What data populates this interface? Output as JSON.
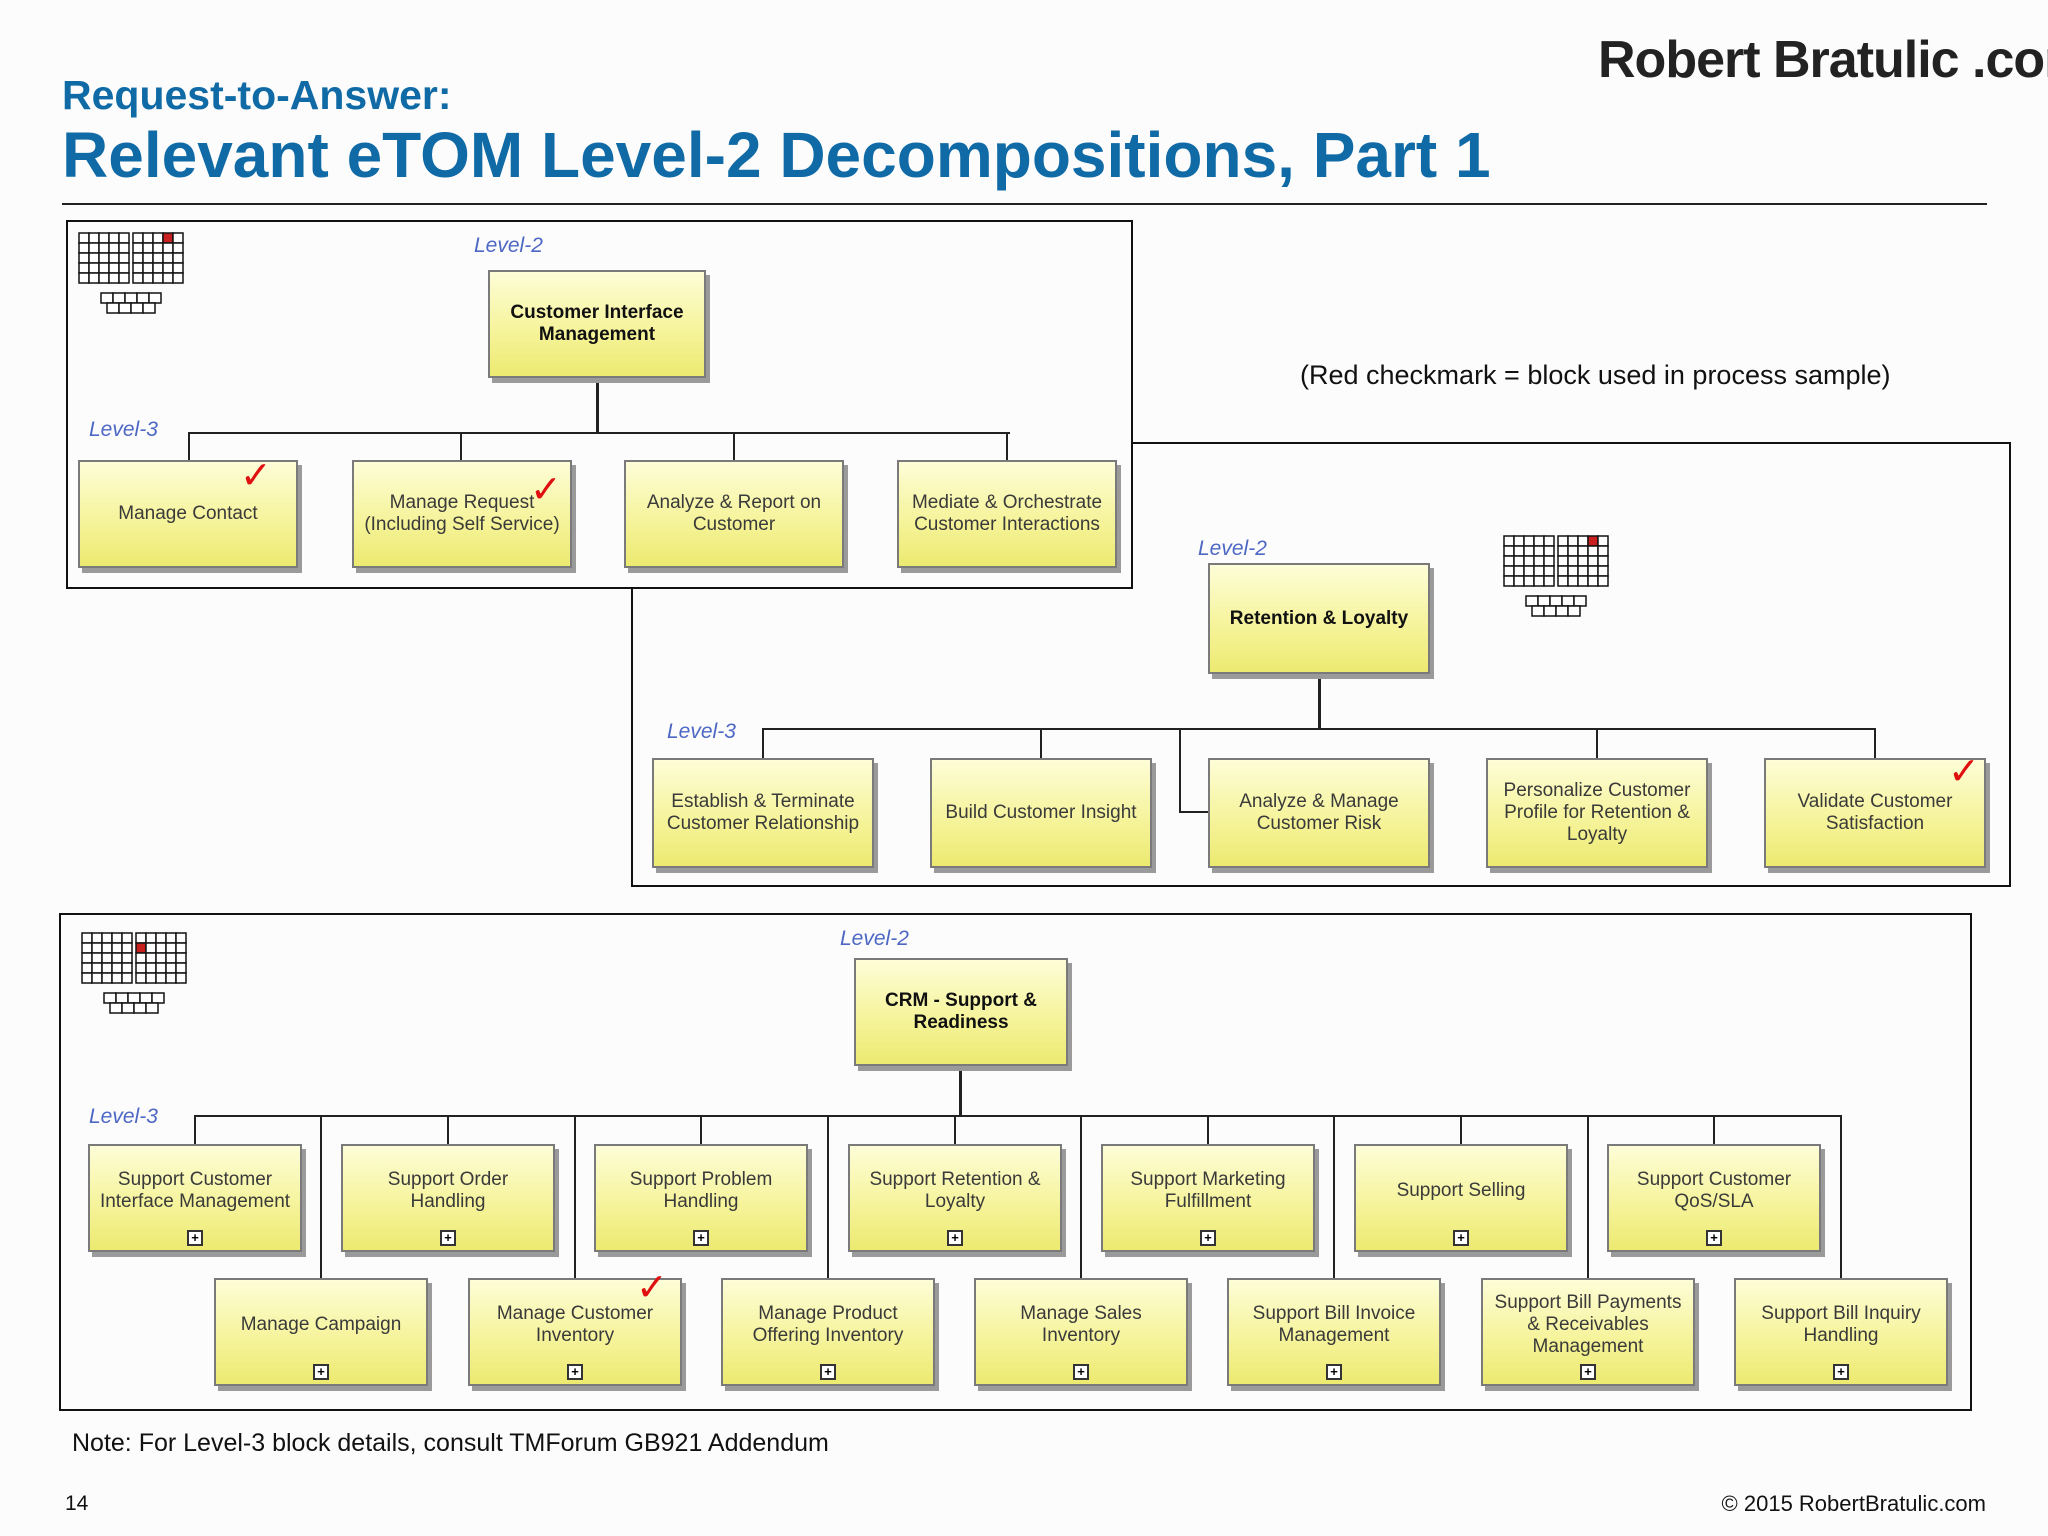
{
  "header": {
    "brand": "Robert Bratulic .com",
    "subtitle": "Request-to-Answer:",
    "title": "Relevant eTOM Level-2 Decompositions, Part 1"
  },
  "legend_note": "(Red checkmark = block used in process sample)",
  "level_labels": {
    "level2": "Level-2",
    "level3": "Level-3"
  },
  "diagram1": {
    "parent": "Customer Interface Management",
    "children": [
      {
        "label": "Manage Contact",
        "checked": true
      },
      {
        "label": "Manage Request (Including Self Service)",
        "checked": true
      },
      {
        "label": "Analyze & Report on Customer",
        "checked": false
      },
      {
        "label": "Mediate & Orchestrate Customer Interactions",
        "checked": false
      }
    ]
  },
  "diagram2": {
    "parent": "Retention & Loyalty",
    "children": [
      {
        "label": "Establish & Terminate Customer Relationship",
        "checked": false
      },
      {
        "label": "Build Customer Insight",
        "checked": false
      },
      {
        "label": "Analyze & Manage Customer Risk",
        "checked": false
      },
      {
        "label": "Personalize Customer Profile for Retention & Loyalty",
        "checked": false
      },
      {
        "label": "Validate Customer Satisfaction",
        "checked": true
      }
    ]
  },
  "diagram3": {
    "parent": "CRM - Support & Readiness",
    "row1": [
      {
        "label": "Support Customer Interface Management",
        "checked": false
      },
      {
        "label": "Support Order Handling",
        "checked": false
      },
      {
        "label": "Support Problem Handling",
        "checked": false
      },
      {
        "label": "Support Retention & Loyalty",
        "checked": false
      },
      {
        "label": "Support Marketing Fulfillment",
        "checked": false
      },
      {
        "label": "Support Selling",
        "checked": false
      },
      {
        "label": "Support Customer QoS/SLA",
        "checked": false
      }
    ],
    "row2": [
      {
        "label": "Manage Campaign",
        "checked": false
      },
      {
        "label": "Manage Customer Inventory",
        "checked": true
      },
      {
        "label": "Manage Product Offering Inventory",
        "checked": false
      },
      {
        "label": "Manage Sales Inventory",
        "checked": false
      },
      {
        "label": "Support Bill Invoice Management",
        "checked": false
      },
      {
        "label": "Support Bill Payments & Receivables Management",
        "checked": false
      },
      {
        "label": "Support Bill Inquiry Handling",
        "checked": false
      }
    ]
  },
  "footnote": "Note: For Level-3 block details, consult TMForum GB921 Addendum",
  "page_number": "14",
  "copyright": "© 2015 RobertBratulic.com",
  "colors": {
    "title": "#0f6aa6",
    "level_label": "#4d67c4",
    "checkmark": "#e01010",
    "box_fill": "#f6f49c"
  }
}
